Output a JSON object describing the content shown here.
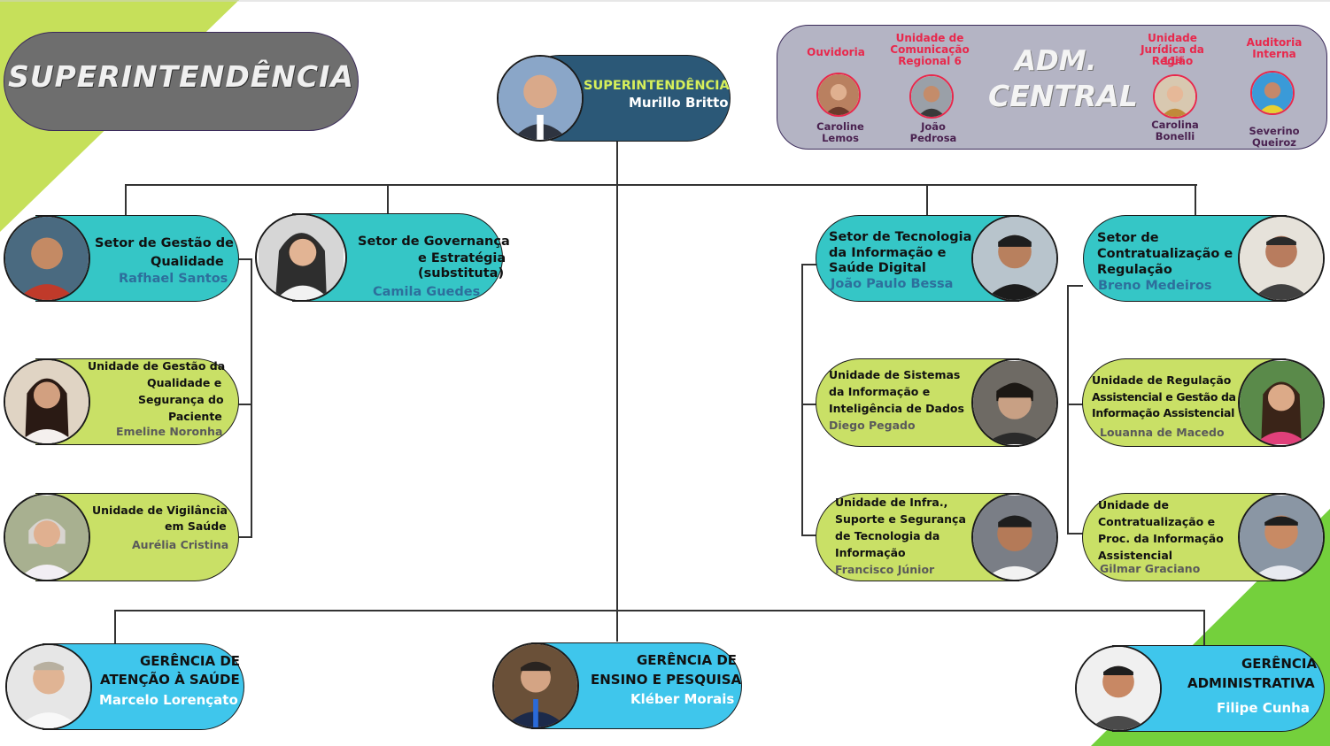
{
  "colors": {
    "teal": "#35c6c6",
    "lime": "#c9e066",
    "sky": "#3fc6ec",
    "navy": "#2b5877",
    "header_gray": "#6e6e6e",
    "adm_panel": "#b4b4c4",
    "adm_accent": "#e8284c",
    "name_blue": "#2d6f9c",
    "name_gray": "#5a5a5a"
  },
  "header": {
    "title": "SUPERINTENDÊNCIA"
  },
  "top": {
    "title": "SUPERINTENDÊNCIA",
    "name": "Murillo Britto"
  },
  "adm_central": {
    "title_line1": "ADM.",
    "title_line2": "CENTRAL",
    "members": [
      {
        "label": "Ouvidoria",
        "name_line1": "Caroline",
        "name_line2": "Lemos"
      },
      {
        "label_line1": "Unidade de",
        "label_line2": "Comunicação",
        "label_line3": "Regional 6",
        "name_line1": "João",
        "name_line2": "Pedrosa"
      },
      {
        "label_line1": "Unidade",
        "label_line2": "Jurídica da 11ª",
        "label_line3": "Região",
        "name_line1": "Carolina",
        "name_line2": "Bonelli"
      },
      {
        "label_line1": "Auditoria",
        "label_line2": "Interna",
        "name_line1": "Severino",
        "name_line2": "Queiroz"
      }
    ]
  },
  "sectors": {
    "qualidade": {
      "title_line1": "Setor de Gestão de",
      "title_line2": "Qualidade",
      "name": "Rafhael Santos"
    },
    "governanca": {
      "title_line1": "Setor de Governança",
      "title_line2": "e Estratégia",
      "title_line3": "(substituta)",
      "name": "Camila Guedes"
    },
    "tecnologia": {
      "title_line1": "Setor de Tecnologia",
      "title_line2": "da Informação e",
      "title_line3": "Saúde Digital",
      "name": "João Paulo Bessa"
    },
    "contratualizacao": {
      "title_line1": "Setor de",
      "title_line2": "Contratualização e",
      "title_line3": "Regulação",
      "name": "Breno Medeiros"
    }
  },
  "units": {
    "seguranca_paciente": {
      "l1": "Unidade de Gestão da",
      "l2": "Qualidade e",
      "l3": "Segurança do",
      "l4": "Paciente",
      "name": "Emeline Noronha"
    },
    "vigilancia": {
      "l1": "Unidade de Vigilância",
      "l2": "em Saúde",
      "name": "Aurélia Cristina"
    },
    "sistemas": {
      "l1": "Unidade de Sistemas",
      "l2": "da Informação e",
      "l3": "Inteligência de Dados",
      "name": "Diego Pegado"
    },
    "infra": {
      "l1": "Unidade de Infra.,",
      "l2": "Suporte e Segurança",
      "l3": "de Tecnologia da",
      "l4": "Informação",
      "name": "Francisco Júnior"
    },
    "regulacao": {
      "l1": "Unidade de Regulação",
      "l2": "Assistencial e Gestão da",
      "l3": "Informação Assistencial",
      "name": "Louanna de Macedo"
    },
    "contrat_proc": {
      "l1": "Unidade de",
      "l2": "Contratualização e",
      "l3": "Proc. da Informação",
      "l4": "Assistencial",
      "name": "Gilmar Graciano"
    }
  },
  "managements": {
    "atencao": {
      "l1": "GERÊNCIA DE",
      "l2": "ATENÇÃO À SAÚDE",
      "name": "Marcelo Lorençato"
    },
    "ensino": {
      "l1": "GERÊNCIA DE",
      "l2": "ENSINO E PESQUISA",
      "name": "Kléber Morais"
    },
    "administrativa": {
      "l1": "GERÊNCIA",
      "l2": "ADMINISTRATIVA",
      "name": "Filipe Cunha"
    }
  }
}
